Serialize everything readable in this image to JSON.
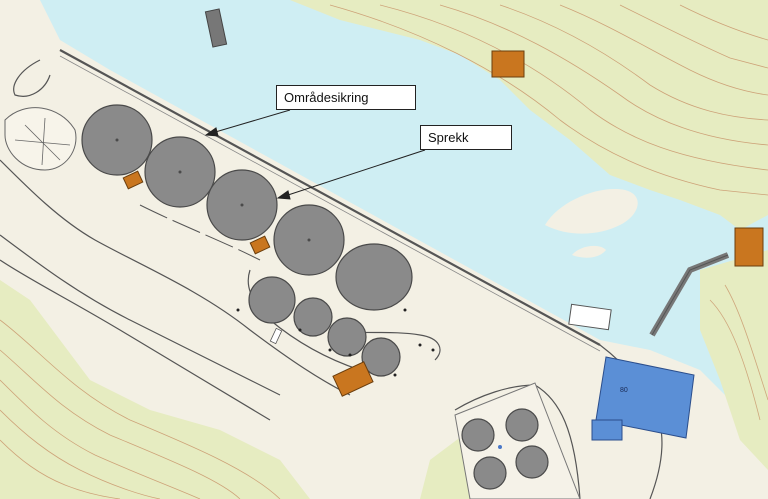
{
  "map": {
    "callouts": [
      {
        "id": "omradesikring",
        "label": "Områdesikring"
      },
      {
        "id": "sprekk",
        "label": "Sprekk"
      }
    ],
    "building_label": "80",
    "colors": {
      "water": "#cfeef3",
      "land": "#f3f0e4",
      "vegetation": "#e6ecc1",
      "contour": "#c58a60",
      "tank": "#8a8a8a",
      "tank_outline": "#4a4a4a",
      "small_building": "#c9761f",
      "main_building": "#5b8fd6",
      "road": "#555555"
    }
  }
}
